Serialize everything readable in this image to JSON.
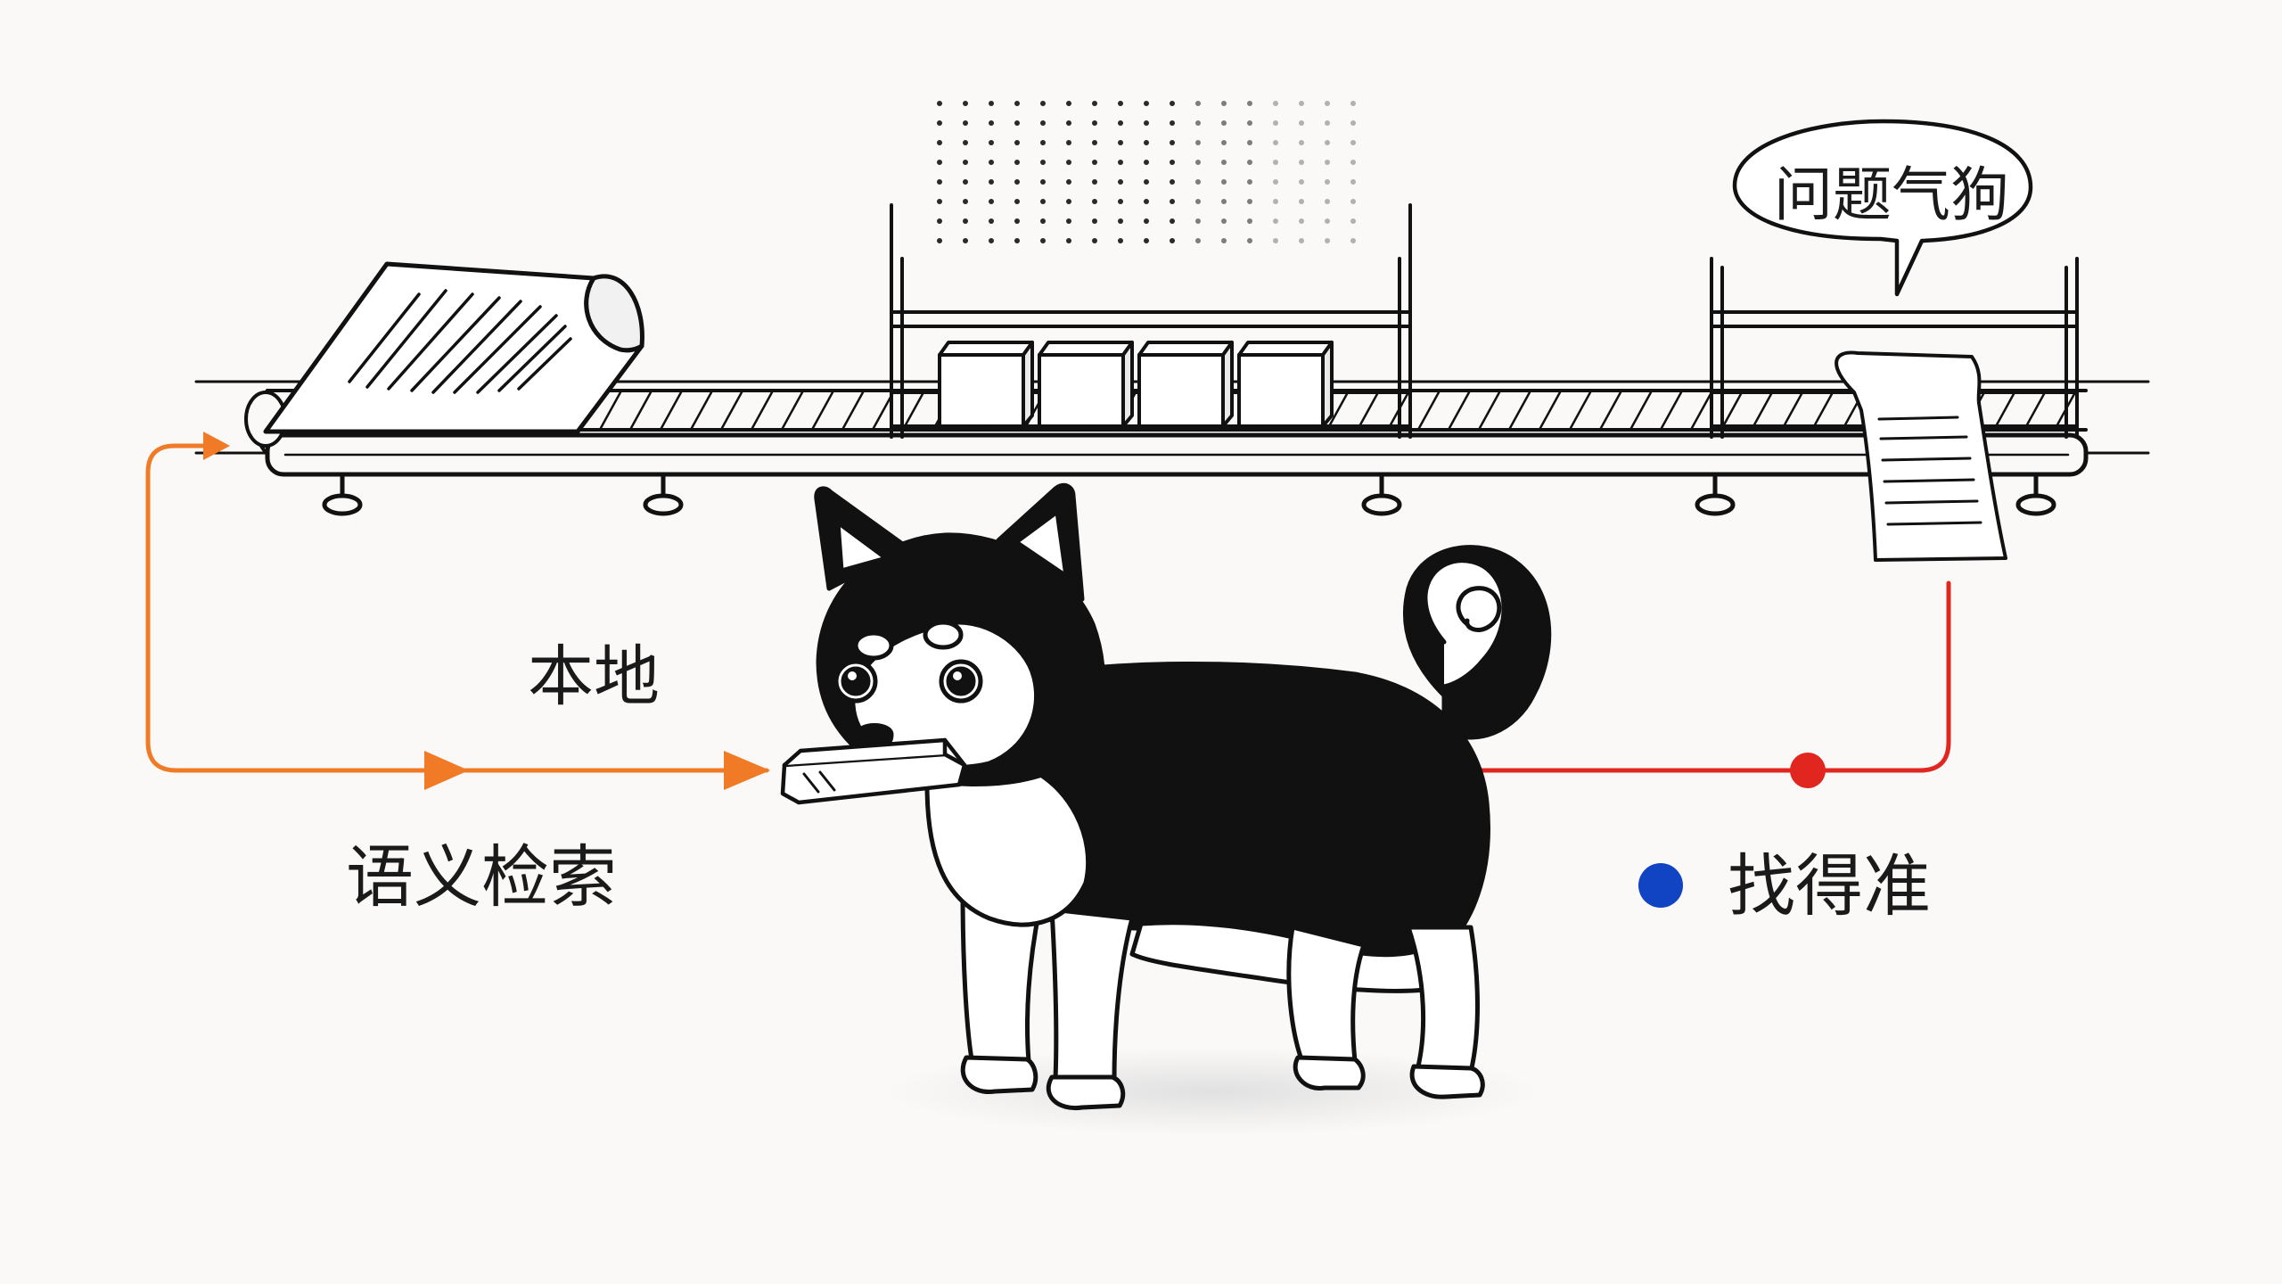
{
  "labels": {
    "local": "本地",
    "semantic_search": "语义检索",
    "accurate": "找得准",
    "bubble": "问题气狗"
  },
  "colors": {
    "background": "#fbf9f8",
    "ink": "#111111",
    "orange": "#f07a26",
    "red": "#e0261f",
    "blue": "#1144c2"
  },
  "icons": {
    "document": "document-icon",
    "blocks": "block-icon",
    "receipt": "receipt-icon",
    "dog": "shiba-dog-icon",
    "bone": "bone-icon"
  }
}
